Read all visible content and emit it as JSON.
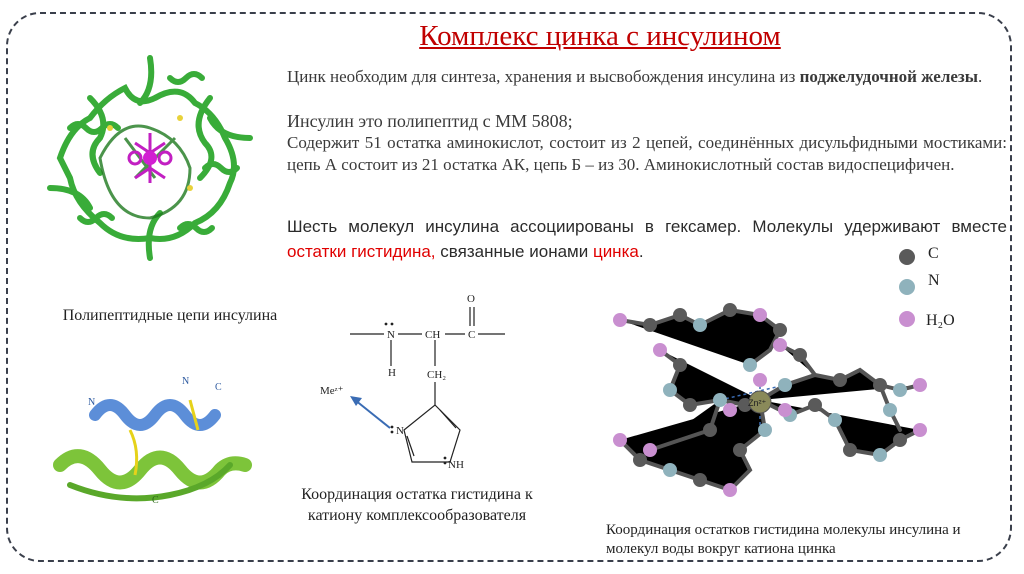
{
  "title": "Комплекс цинка с инсулином",
  "p1": {
    "text": "Цинк необходим для синтеза, хранения и высвобождения инсулина из ",
    "bold": "поджелудочной железы",
    "end": "."
  },
  "p2": "Инсулин это полипептид с ММ 5808;",
  "p3": "Содержит 51 остатка аминокислот, состоит из 2 цепей, соединённых дисульфидными мостиками: цепь А состоит из 21 остатка АК, цепь Б – из 30. Аминокислотный состав видоспецифичен.",
  "p4": {
    "text": "Шесть молекул инсулина ассоциированы в гексамер. Молекулы удерживают вместе ",
    "red1": "остатки гистидина,",
    "mid": " связанные ионами ",
    "red2": "цинка",
    "end": "."
  },
  "captions": {
    "polypeptide": "Полипептидные цепи инсулина",
    "histidine": "Координация остатка гистидина к катиону комплексообразователя",
    "coordination": "Координация остатков гистидина молекулы инсулина и молекул воды вокруг катиона цинка"
  },
  "legend": {
    "c": "C",
    "n": "N",
    "h2o": "H₂O"
  },
  "formula": {
    "o": "O",
    "n": "N",
    "ch": "CH",
    "c": "C",
    "h": "H",
    "ch2": "CH₂",
    "me": "Meᶻ⁺",
    "ring_n": "N",
    "nh": "NH"
  },
  "model": {
    "zn": "Zn²⁺"
  },
  "ribbon_labels": {
    "n1": "N",
    "c1": "C",
    "c2": "C",
    "n2": "N"
  },
  "colors": {
    "title": "#c00000",
    "highlight": "#e00000",
    "carbon": "#5a5a5a",
    "nitrogen": "#8fb2bc",
    "water": "#c98fd0",
    "protein": "#2fa82f"
  }
}
